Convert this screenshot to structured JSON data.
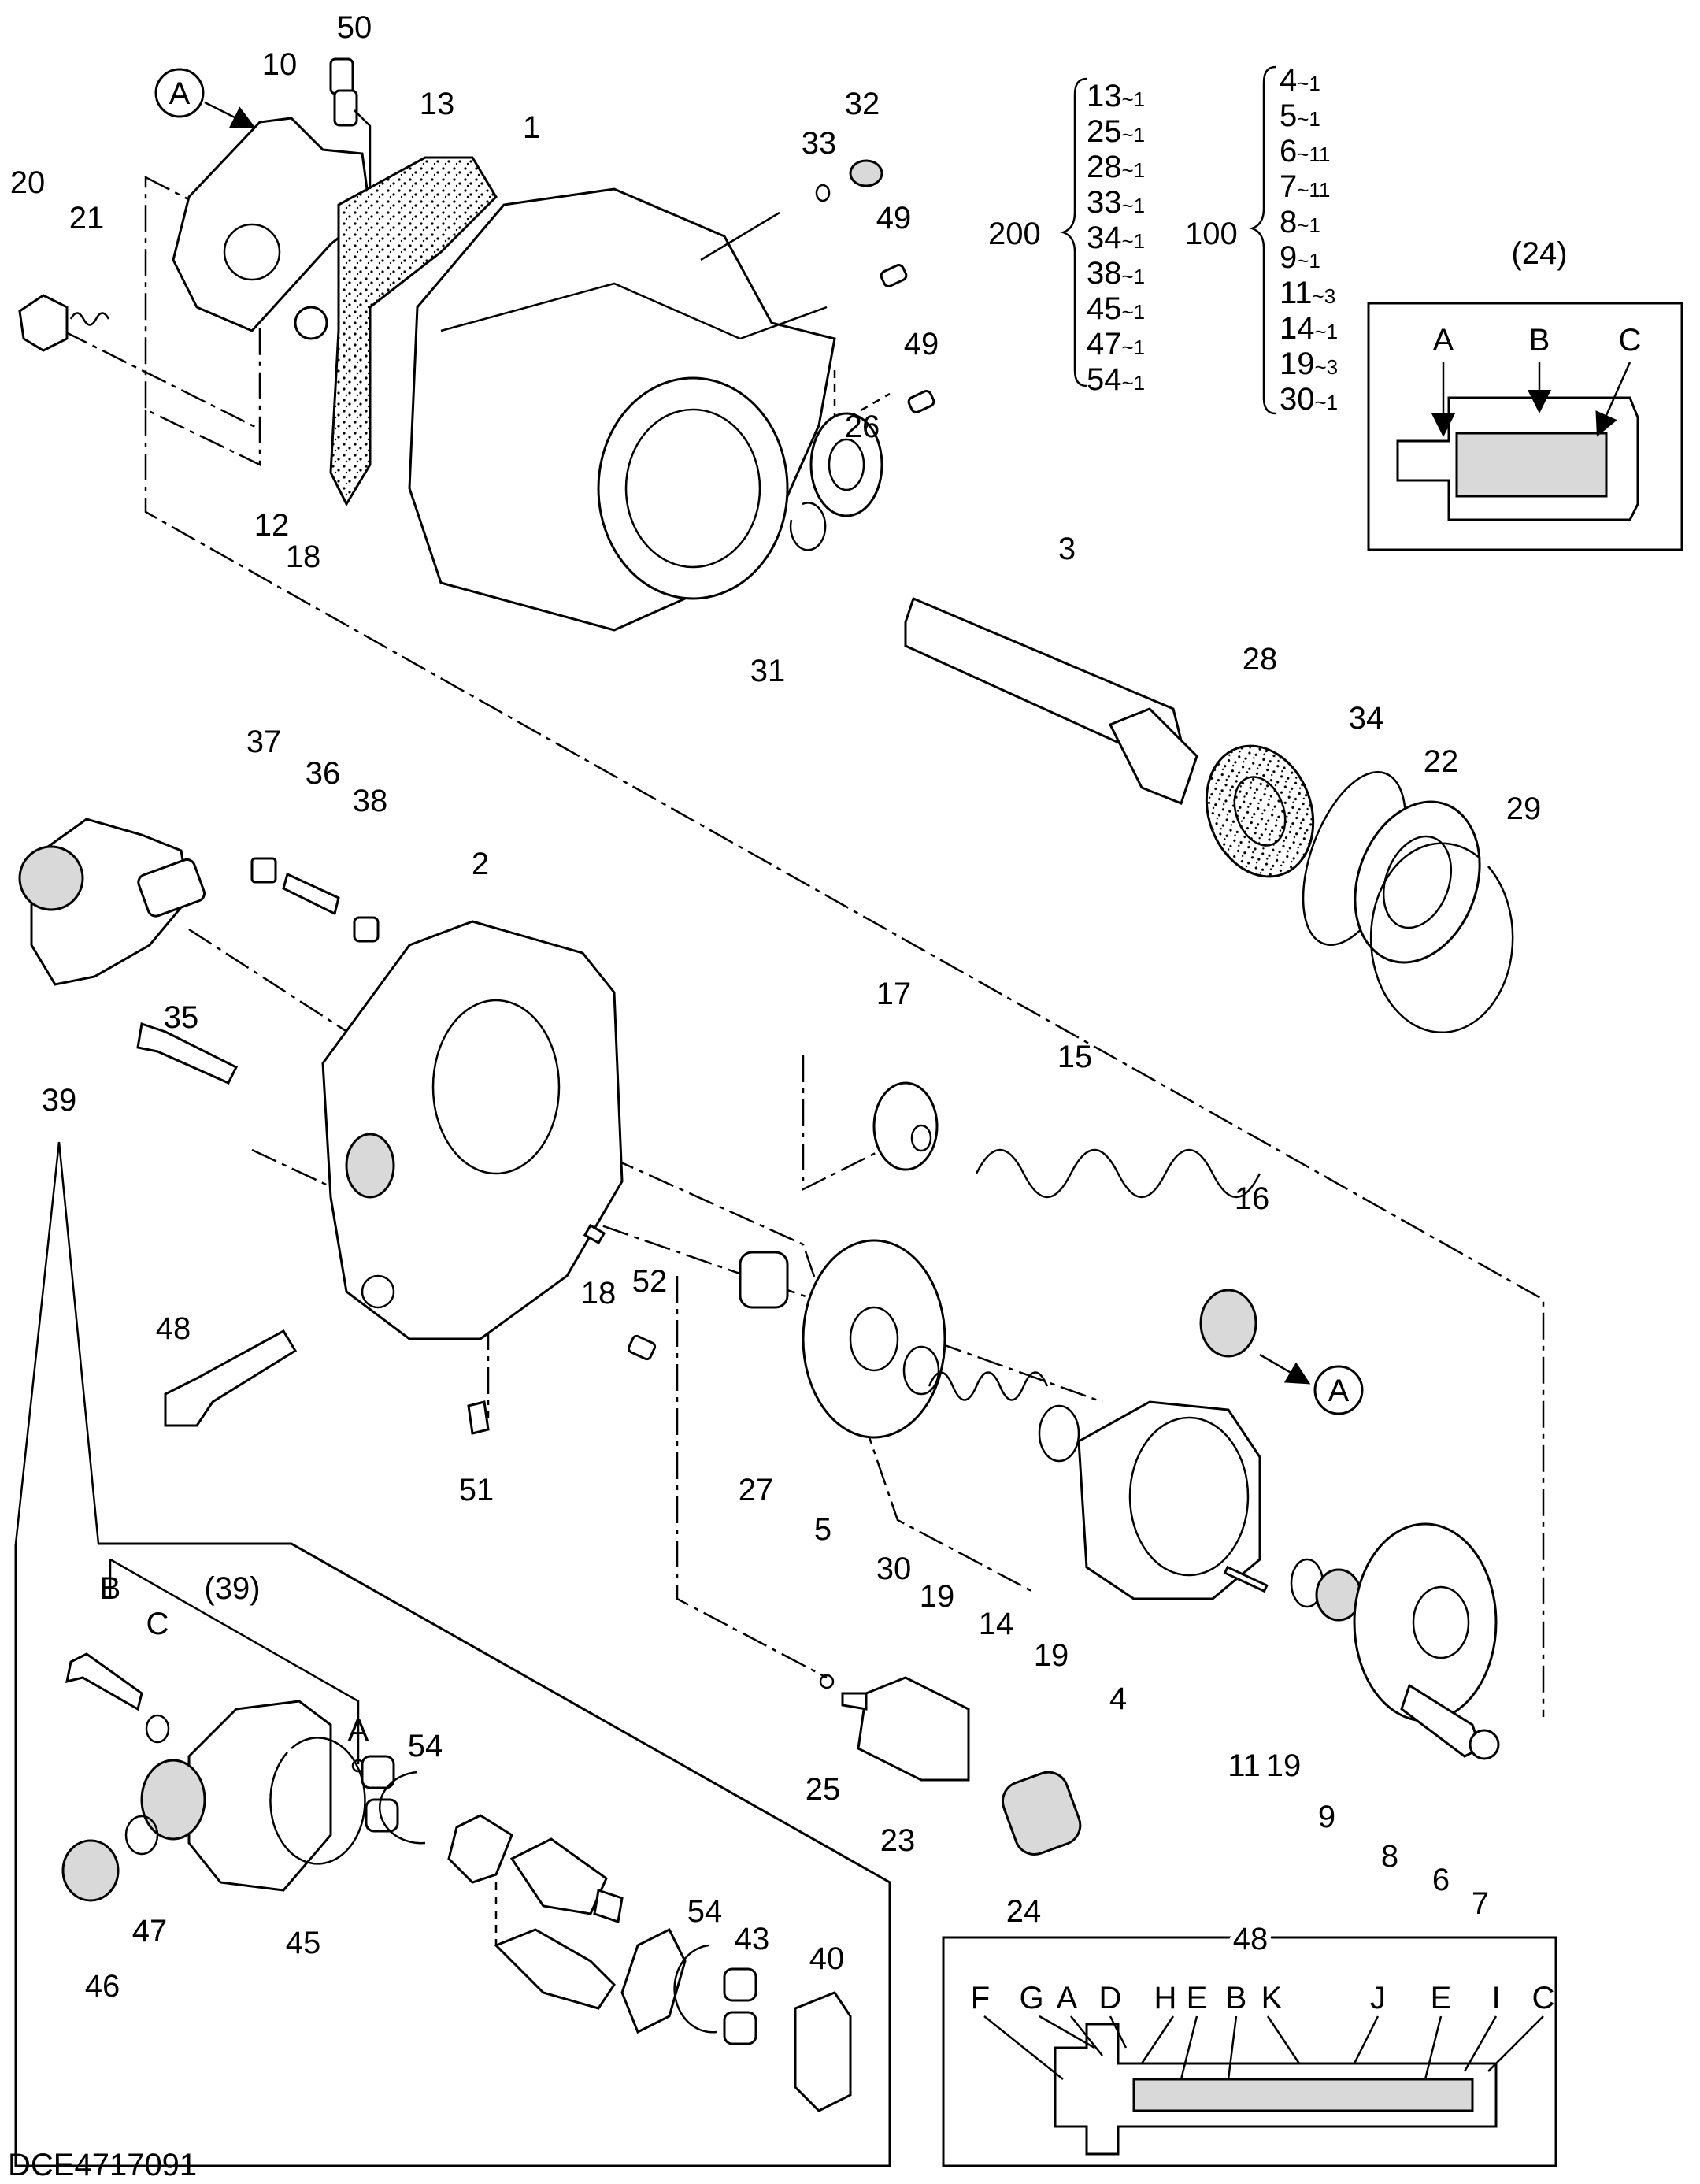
{
  "figure_code": "DCE4717091",
  "callouts": {
    "c1": "1",
    "c2": "2",
    "c3": "3",
    "c4": "4",
    "c5": "5",
    "c6": "6",
    "c7": "7",
    "c8": "8",
    "c9": "9",
    "c10": "10",
    "c11": "11",
    "c12": "12",
    "c13": "13",
    "c14": "14",
    "c15": "15",
    "c16": "16",
    "c17": "17",
    "c18a": "18",
    "c18b": "18",
    "c19a": "19",
    "c19b": "19",
    "c19c": "19",
    "c20": "20",
    "c21": "21",
    "c22": "22",
    "c23": "23",
    "c24": "24",
    "c25": "25",
    "c26": "26",
    "c27": "27",
    "c28": "28",
    "c29": "29",
    "c30": "30",
    "c31": "31",
    "c32": "32",
    "c33": "33",
    "c34": "34",
    "c35": "35",
    "c36": "36",
    "c37": "37",
    "c38": "38",
    "c39": "39",
    "c39b": "(39)",
    "c40": "40",
    "c43": "43",
    "c45": "45",
    "c46": "46",
    "c47": "47",
    "c48": "48",
    "c48b": "48",
    "c49a": "49",
    "c49b": "49",
    "c50": "50",
    "c51": "51",
    "c52": "52",
    "c54a": "54",
    "c54b": "54",
    "c24b": "(24)",
    "ref_a": "A",
    "ref_a2": "A",
    "sub_a": "A",
    "sub_b": "B",
    "sub_c": "C"
  },
  "kits": {
    "kit200": {
      "label": "200",
      "items": [
        "13~1",
        "25~1",
        "28~1",
        "33~1",
        "34~1",
        "38~1",
        "45~1",
        "47~1",
        "54~1"
      ]
    },
    "kit100": {
      "label": "100",
      "items": [
        "4~1",
        "5~1",
        "6~11",
        "7~11",
        "8~1",
        "9~1",
        "11~3",
        "14~1",
        "19~3",
        "30~1"
      ]
    }
  },
  "detail24": {
    "title": "(24)",
    "labels": [
      "A",
      "B",
      "C"
    ]
  },
  "detail48": {
    "title": "48",
    "labels": [
      "F",
      "G",
      "A",
      "D",
      "H",
      "E",
      "B",
      "K",
      "J",
      "E",
      "I",
      "C"
    ]
  },
  "detail39": {
    "labels": [
      "B",
      "C",
      "A"
    ]
  }
}
